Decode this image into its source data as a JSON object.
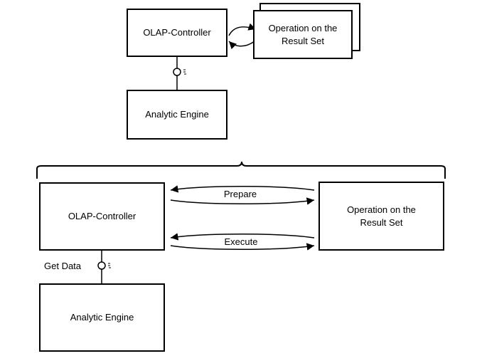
{
  "top": {
    "controller": "OLAP-Controller",
    "operation": "Operation on the\nResult Set",
    "engine": "Analytic Engine"
  },
  "bottom": {
    "controller": "OLAP-Controller",
    "operation": "Operation on the\nResult Set",
    "engine": "Analytic Engine",
    "prepare": "Prepare",
    "execute": "Execute",
    "get_data": "Get Data"
  },
  "colors": {
    "stroke": "#000000",
    "background": "#ffffff"
  }
}
